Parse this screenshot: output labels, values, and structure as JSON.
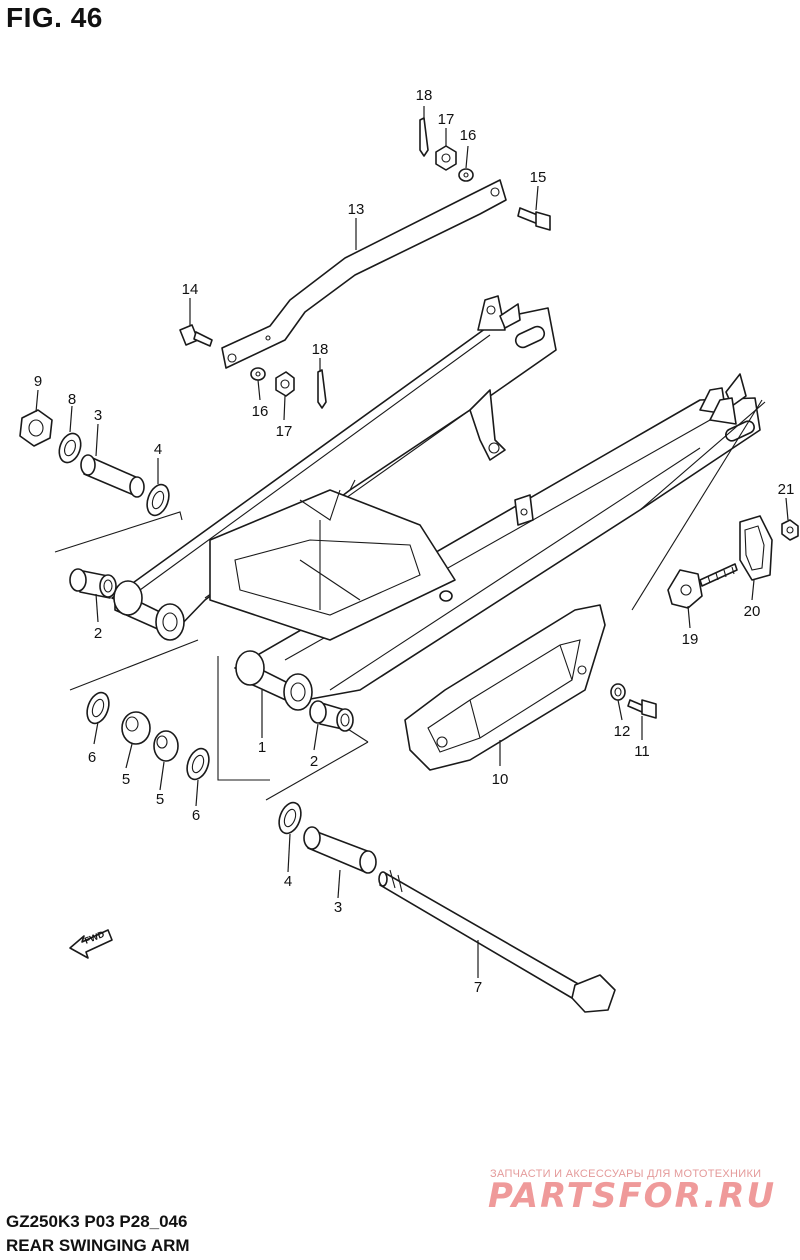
{
  "header": {
    "figure_title": "FIG. 46"
  },
  "footer": {
    "model_code": "GZ250K3 P03 P28_046",
    "diagram_title": "REAR SWINGING ARM"
  },
  "watermark": {
    "tagline": "ЗАПЧАСТИ И АКСЕССУАРЫ ДЛЯ МОТОТЕХНИКИ",
    "brand": "PARTSFOR.RU",
    "color": "#ef9a9a"
  },
  "direction_marker": {
    "label": "FWD",
    "icon": "forward-arrow-icon"
  },
  "callouts": [
    {
      "id": "c1",
      "number": "1"
    },
    {
      "id": "c2a",
      "number": "2"
    },
    {
      "id": "c2b",
      "number": "2"
    },
    {
      "id": "c3a",
      "number": "3"
    },
    {
      "id": "c3b",
      "number": "3"
    },
    {
      "id": "c4a",
      "number": "4"
    },
    {
      "id": "c4b",
      "number": "4"
    },
    {
      "id": "c5a",
      "number": "5"
    },
    {
      "id": "c5b",
      "number": "5"
    },
    {
      "id": "c6a",
      "number": "6"
    },
    {
      "id": "c6b",
      "number": "6"
    },
    {
      "id": "c7",
      "number": "7"
    },
    {
      "id": "c8",
      "number": "8"
    },
    {
      "id": "c9",
      "number": "9"
    },
    {
      "id": "c10",
      "number": "10"
    },
    {
      "id": "c11",
      "number": "11"
    },
    {
      "id": "c12",
      "number": "12"
    },
    {
      "id": "c13",
      "number": "13"
    },
    {
      "id": "c14",
      "number": "14"
    },
    {
      "id": "c15",
      "number": "15"
    },
    {
      "id": "c16a",
      "number": "16"
    },
    {
      "id": "c16b",
      "number": "16"
    },
    {
      "id": "c17a",
      "number": "17"
    },
    {
      "id": "c17b",
      "number": "17"
    },
    {
      "id": "c18a",
      "number": "18"
    },
    {
      "id": "c18b",
      "number": "18"
    },
    {
      "id": "c19",
      "number": "19"
    },
    {
      "id": "c20",
      "number": "20"
    },
    {
      "id": "c21",
      "number": "21"
    }
  ]
}
